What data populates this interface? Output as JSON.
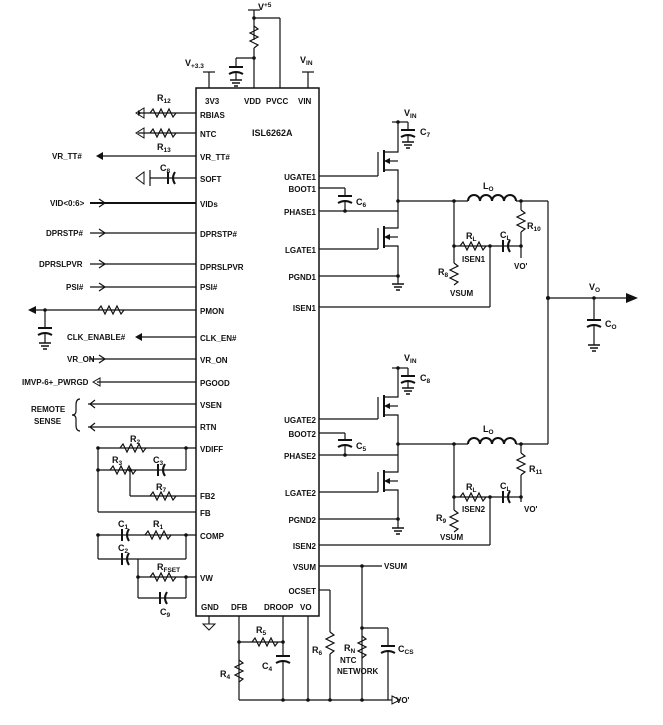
{
  "chip": {
    "name": "ISL6262A",
    "top_pins": [
      "3V3",
      "VDD",
      "PVCC",
      "VIN"
    ],
    "left_pins": [
      "RBIAS",
      "NTC",
      "VR_TT#",
      "SOFT",
      "VIDs",
      "DPRSTP#",
      "DPRSLPVR",
      "PSI#",
      "PMON",
      "CLK_EN#",
      "VR_ON",
      "PGOOD",
      "VSEN",
      "RTN",
      "VDIFF",
      "FB2",
      "FB",
      "COMP",
      "VW"
    ],
    "bottom_pins": [
      "GND",
      "DFB",
      "DROOP",
      "VO"
    ],
    "right_pins": [
      "UGATE1",
      "BOOT1",
      "PHASE1",
      "LGATE1",
      "PGND1",
      "ISEN1",
      "UGATE2",
      "BOOT2",
      "PHASE2",
      "LGATE2",
      "PGND2",
      "ISEN2",
      "VSUM",
      "OCSET"
    ]
  },
  "rails": {
    "v5": "V",
    "v5_sub": "+5",
    "v33": "V",
    "v33_sub": "+3.3",
    "vin_top": "V",
    "vin_top_sub": "IN"
  },
  "signals": {
    "vr_tt": "VR_TT#",
    "vid": "VID<0:6>",
    "dprstp": "DPRSTP#",
    "dprslpvr": "DPRSLPVR",
    "psi": "PSI#",
    "clk_enable": "CLK_ENABLE#",
    "vr_on": "VR_ON",
    "pwrgd": "IMVP-6+_PWRGD",
    "remote": "REMOTE",
    "sense": "SENSE",
    "vsum_out": "VSUM",
    "vo_prime": "VO'"
  },
  "components": {
    "r12": "R",
    "r12_sub": "12",
    "r13": "R",
    "r13_sub": "13",
    "c8_left": "C",
    "c8_left_sub": "8",
    "r2": "R",
    "r2_sub": "2",
    "r3": "R",
    "r3_sub": "3",
    "c3": "C",
    "c3_sub": "3",
    "r7": "R",
    "r7_sub": "7",
    "c1": "C",
    "c1_sub": "1",
    "r1": "R",
    "r1_sub": "1",
    "c2": "C",
    "c2_sub": "2",
    "rfset": "R",
    "rfset_sub": "FSET",
    "c9": "C",
    "c9_sub": "9",
    "r5": "R",
    "r5_sub": "5",
    "c4": "C",
    "c4_sub": "4",
    "r4": "R",
    "r4_sub": "4",
    "r6": "R",
    "r6_sub": "6",
    "rn": "R",
    "rn_sub": "N",
    "ntc_line1": "NTC",
    "ntc_line2": "NETWORK",
    "ccs": "C",
    "ccs_sub": "CS"
  },
  "phase1": {
    "vin": "V",
    "vin_sub": "IN",
    "c7": "C",
    "c7_sub": "7",
    "c6": "C",
    "c6_sub": "6",
    "lo": "L",
    "lo_sub": "O",
    "r10": "R",
    "r10_sub": "10",
    "rl": "R",
    "rl_sub": "L",
    "cl": "C",
    "cl_sub": "L",
    "isen": "ISEN1",
    "r8": "R",
    "r8_sub": "8",
    "vsum": "VSUM",
    "vo_prime": "VO'"
  },
  "phase2": {
    "vin": "V",
    "vin_sub": "IN",
    "c8": "C",
    "c8_sub": "8",
    "c5": "C",
    "c5_sub": "5",
    "lo": "L",
    "lo_sub": "O",
    "r11": "R",
    "r11_sub": "11",
    "rl": "R",
    "rl_sub": "L",
    "cl": "C",
    "cl_sub": "L",
    "isen": "ISEN2",
    "r9": "R",
    "r9_sub": "9",
    "vsum": "VSUM",
    "vo_prime": "VO'"
  },
  "output": {
    "vo": "V",
    "vo_sub": "O",
    "co": "C",
    "co_sub": "O"
  }
}
